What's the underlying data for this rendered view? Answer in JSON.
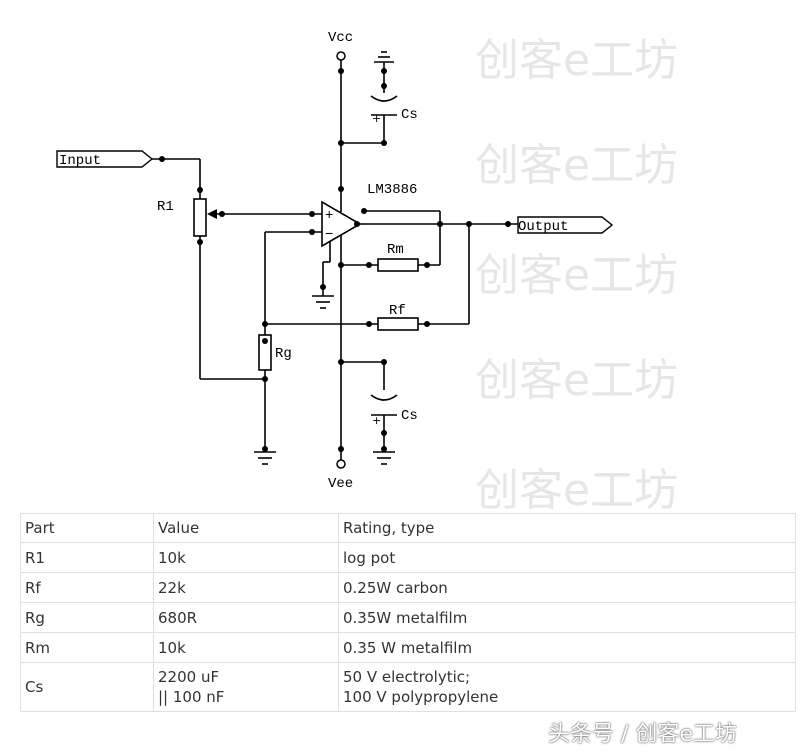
{
  "schematic": {
    "labels": {
      "vcc": "Vcc",
      "vee": "Vee",
      "input": "Input",
      "output": "Output",
      "chip": "LM3886",
      "r1": "R1",
      "rm": "Rm",
      "rf": "Rf",
      "rg": "Rg",
      "cs_top": "Cs",
      "cs_bottom": "Cs",
      "plus": "+",
      "minus": "−"
    }
  },
  "table": {
    "headers": [
      "Part",
      "Value",
      "Rating, type"
    ],
    "rows": [
      {
        "part": "R1",
        "value": "10k",
        "rating": "log pot"
      },
      {
        "part": "Rf",
        "value": "22k",
        "rating": "0.25W carbon"
      },
      {
        "part": "Rg",
        "value": "680R",
        "rating": "0.35W metalfilm"
      },
      {
        "part": "Rm",
        "value": "10k",
        "rating": "0.35 W metalfilm"
      },
      {
        "part": "Cs",
        "value": [
          "2200 uF",
          "|| 100 nF"
        ],
        "rating": [
          "50 V electrolytic;",
          "100 V polypropylene"
        ]
      }
    ]
  },
  "watermark": {
    "text": "创客e工坊",
    "footer": "头条号 / 创客e工坊"
  }
}
